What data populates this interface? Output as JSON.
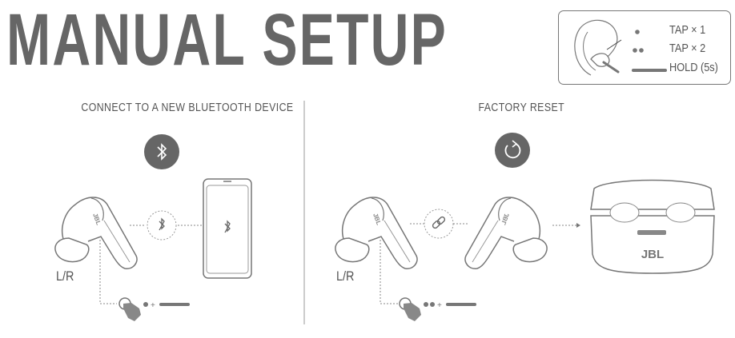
{
  "title": "MANUAL SETUP",
  "legend": {
    "items": [
      {
        "symbol": "single-dot",
        "label": "TAP × 1"
      },
      {
        "symbol": "double-dot",
        "label": "TAP × 2"
      },
      {
        "symbol": "long-bar",
        "label": "HOLD (5s)"
      }
    ]
  },
  "sections": [
    {
      "heading": "CONNECT TO A NEW BLUETOOTH DEVICE",
      "icon": "bluetooth-icon",
      "earbud_label": "L/R",
      "gesture": "tap-once-plus-hold"
    },
    {
      "heading": "FACTORY RESET",
      "icon": "reset-icon",
      "earbud_label": "L/R",
      "gesture": "tap-twice-plus-hold"
    }
  ],
  "case_logo": "JBL",
  "colors": {
    "text": "#555555",
    "icon_fill": "#666666",
    "line": "#777777"
  }
}
